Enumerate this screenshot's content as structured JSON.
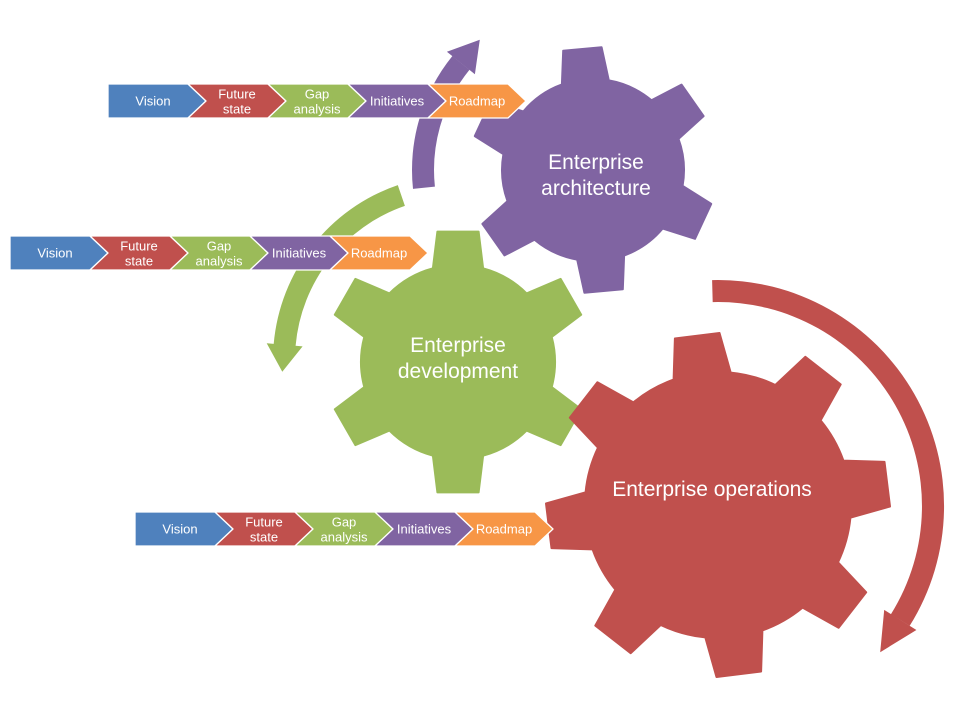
{
  "background": "#FFFFFF",
  "text_color": "#FFFFFF",
  "process_rows": [
    {
      "name": "architecture-process",
      "steps": [
        {
          "label": "Vision",
          "color": "#4F81BD"
        },
        {
          "label": "Future state",
          "color": "#C0504D"
        },
        {
          "label": "Gap analysis",
          "color": "#9BBB59"
        },
        {
          "label": "Initiatives",
          "color": "#8064A2"
        },
        {
          "label": "Roadmap",
          "color": "#F79646"
        }
      ]
    },
    {
      "name": "development-process",
      "steps": [
        {
          "label": "Vision",
          "color": "#4F81BD"
        },
        {
          "label": "Future state",
          "color": "#C0504D"
        },
        {
          "label": "Gap analysis",
          "color": "#9BBB59"
        },
        {
          "label": "Initiatives",
          "color": "#8064A2"
        },
        {
          "label": "Roadmap",
          "color": "#F79646"
        }
      ]
    },
    {
      "name": "operations-process",
      "steps": [
        {
          "label": "Vision",
          "color": "#4F81BD"
        },
        {
          "label": "Future state",
          "color": "#C0504D"
        },
        {
          "label": "Gap analysis",
          "color": "#9BBB59"
        },
        {
          "label": "Initiatives",
          "color": "#8064A2"
        },
        {
          "label": "Roadmap",
          "color": "#F79646"
        }
      ]
    }
  ],
  "gears": [
    {
      "label": "Enterprise architecture",
      "color": "#8064A2"
    },
    {
      "label": "Enterprise development",
      "color": "#9BBB59"
    },
    {
      "label": "Enterprise operations",
      "color": "#C0504D"
    }
  ],
  "arrows": [
    {
      "name": "architecture-rotation-arrow",
      "color": "#8064A2"
    },
    {
      "name": "development-rotation-arrow",
      "color": "#9BBB59"
    },
    {
      "name": "operations-rotation-arrow",
      "color": "#C0504D"
    }
  ]
}
